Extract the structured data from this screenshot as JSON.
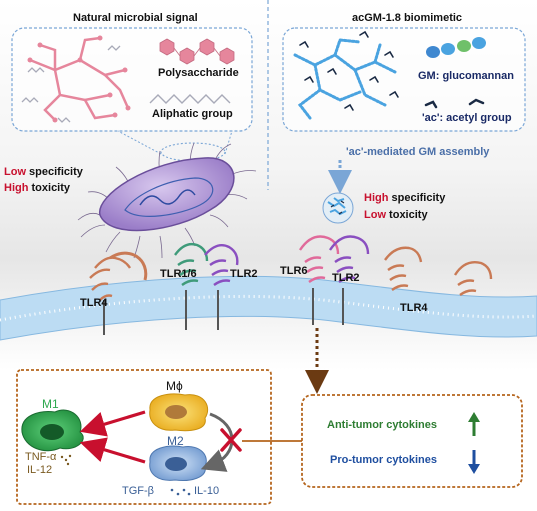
{
  "left_panel": {
    "title": "Natural microbial signal",
    "legend": {
      "polysaccharide": "Polysaccharide",
      "aliphatic": "Aliphatic group"
    },
    "specificity": {
      "low_word": "Low",
      "specificity_word": " specificity",
      "high_word": "High",
      "toxicity_word": " toxicity"
    }
  },
  "right_panel": {
    "title": "acGM-1.8 biomimetic",
    "legend": {
      "gm": "GM: glucomannan",
      "ac": "'ac': acetyl group"
    },
    "assembly_label": "'ac'-mediated GM assembly",
    "specificity": {
      "high_word": "High",
      "specificity_word": " specificity",
      "low_word": "Low",
      "toxicity_word": " toxicity"
    }
  },
  "receptors": [
    "TLR4",
    "TLR1/6",
    "TLR2",
    "TLR6",
    "TLR2",
    "TLR4"
  ],
  "bottom_left": {
    "m1": "M1",
    "tnf": "TNF-α",
    "il12": "IL-12",
    "mphi": "Mϕ",
    "m2": "M2",
    "tgf": "TGF-β",
    "il10": "IL-10"
  },
  "bottom_right": {
    "anti": "Anti-tumor cytokines",
    "pro": "Pro-tumor cytokines"
  },
  "colors": {
    "panel_border": "#7aa6d6",
    "polysaccharide": "#e6869c",
    "gm_bead": "#4aa3e0",
    "acetyl": "#1a2a44",
    "membrane": "#bcdcf3",
    "box_border": "#b5651d",
    "red": "#c8102e",
    "green_label": "#2e7d32",
    "blue_label": "#1f4fa0",
    "m1_cell": "#2fa84f",
    "mphi_cell": "#f3c640",
    "m2_cell": "#8fb4de"
  }
}
